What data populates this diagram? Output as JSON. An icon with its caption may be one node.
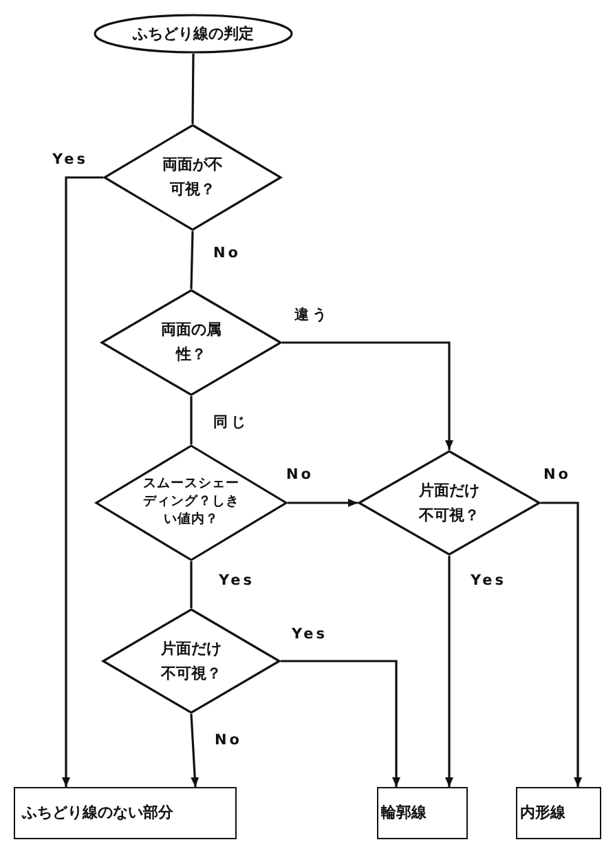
{
  "diagram": {
    "nodes": [
      {
        "text": [
          "ふちどり線の判定"
        ]
      },
      {
        "text": [
          "両面が不可視？"
        ]
      },
      {
        "text": [
          "両面の属性？"
        ]
      },
      {
        "text": [
          "スムースシェーディング？しきい値内？"
        ]
      },
      {
        "text": [
          "片面だけ不可視？"
        ]
      },
      {
        "text": [
          "片面だけ不可視？"
        ]
      },
      {
        "text": [
          "ふちどり線のない部分"
        ]
      },
      {
        "text": [
          "輪郭線"
        ]
      },
      {
        "text": [
          "内形線"
        ]
      }
    ],
    "edges": [
      {
        "from": 0,
        "to": 1,
        "arrow": "none"
      },
      {
        "from": 1,
        "to": 6,
        "arrow": "to",
        "label": "Yes"
      },
      {
        "from": 1,
        "to": 2,
        "arrow": "none",
        "label": "No"
      },
      {
        "from": 2,
        "to": 4,
        "arrow": "to",
        "label": "違う"
      },
      {
        "from": 2,
        "to": 3,
        "arrow": "none",
        "label": "同じ"
      },
      {
        "from": 3,
        "to": 4,
        "arrow": "to",
        "label": "No"
      },
      {
        "from": 4,
        "to": 8,
        "arrow": "to",
        "label": "No"
      },
      {
        "from": 3,
        "to": 5,
        "arrow": "none",
        "label": "Yes"
      },
      {
        "from": 4,
        "to": 7,
        "arrow": "to",
        "label": "Yes"
      },
      {
        "from": 5,
        "to": 7,
        "arrow": "to",
        "label": "Yes"
      },
      {
        "from": 5,
        "to": 6,
        "arrow": "to",
        "label": "No"
      }
    ]
  }
}
